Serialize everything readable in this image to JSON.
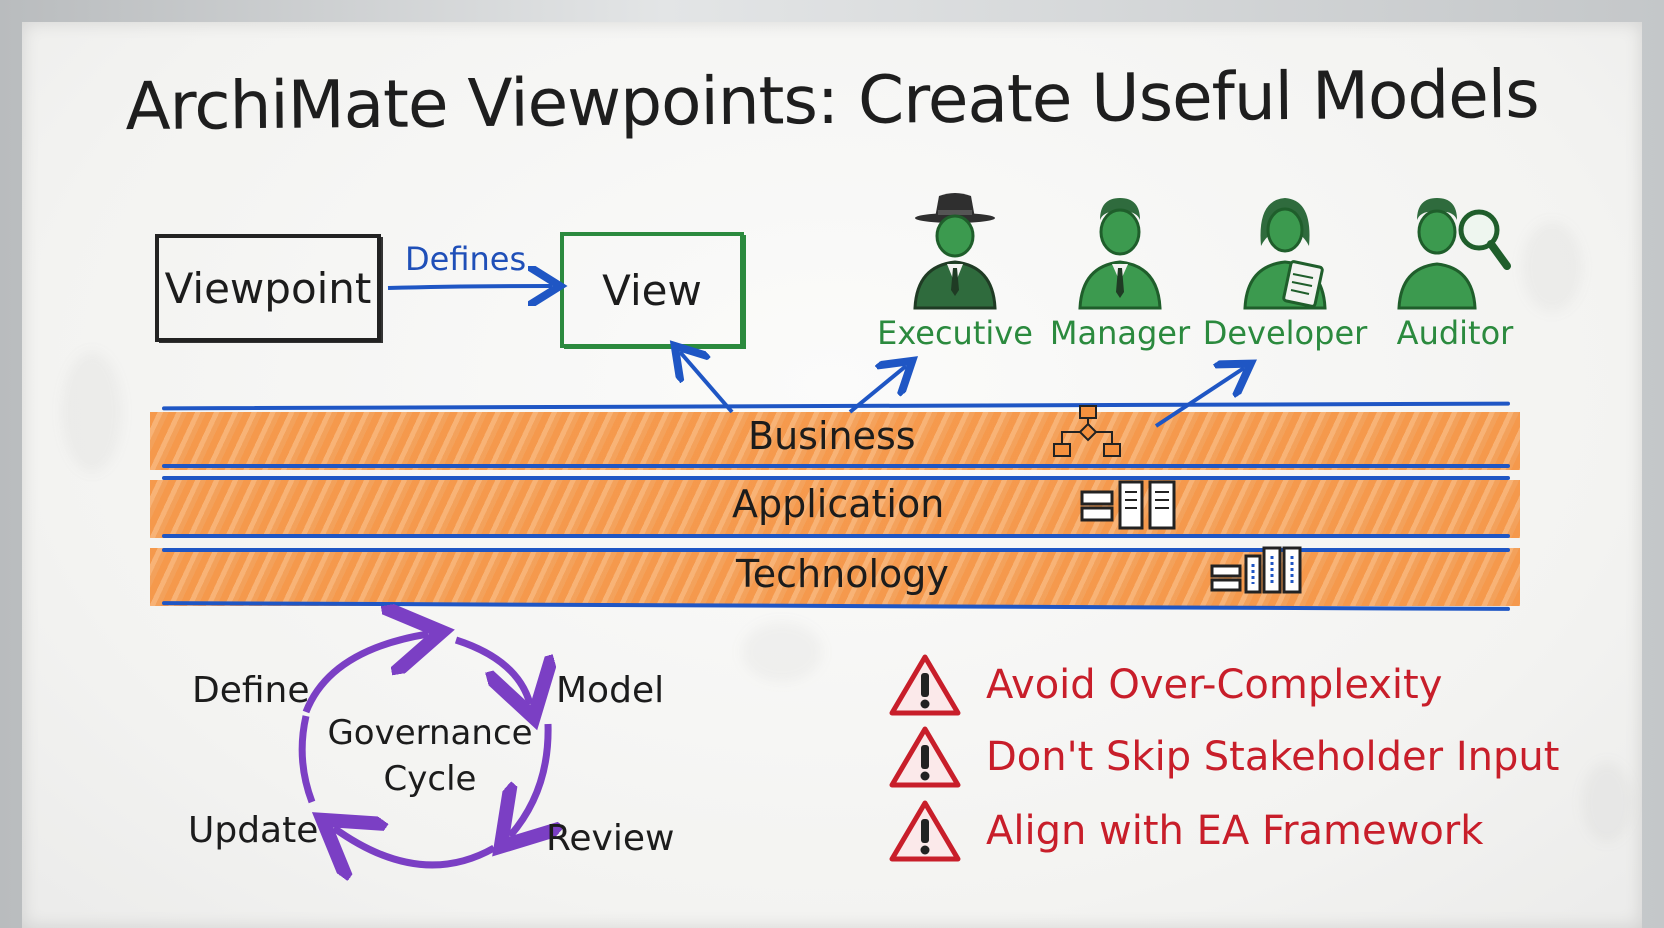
{
  "title": "ArchiMate Viewpoints: Create Useful Models",
  "concept": {
    "viewpoint_label": "Viewpoint",
    "view_label": "View",
    "relation_label": "Defines"
  },
  "stakeholders": [
    {
      "label": "Executive",
      "icon": "executive-icon"
    },
    {
      "label": "Manager",
      "icon": "manager-icon"
    },
    {
      "label": "Developer",
      "icon": "developer-icon"
    },
    {
      "label": "Auditor",
      "icon": "auditor-icon"
    }
  ],
  "layers": [
    {
      "label": "Business",
      "icon": "process-flow-icon"
    },
    {
      "label": "Application",
      "icon": "application-components-icon"
    },
    {
      "label": "Technology",
      "icon": "server-rack-icon"
    }
  ],
  "governance": {
    "center_line1": "Governance",
    "center_line2": "Cycle",
    "steps": [
      "Define",
      "Model",
      "Review",
      "Update"
    ]
  },
  "warnings": [
    "Avoid Over-Complexity",
    "Don't Skip Stakeholder Input",
    "Align with EA Framework"
  ],
  "colors": {
    "ink": "#1c1c1c",
    "green": "#2b8a3e",
    "blue": "#1f56c4",
    "orange": "#f5913e",
    "purple": "#7b3fc4",
    "red": "#c81e2a"
  }
}
